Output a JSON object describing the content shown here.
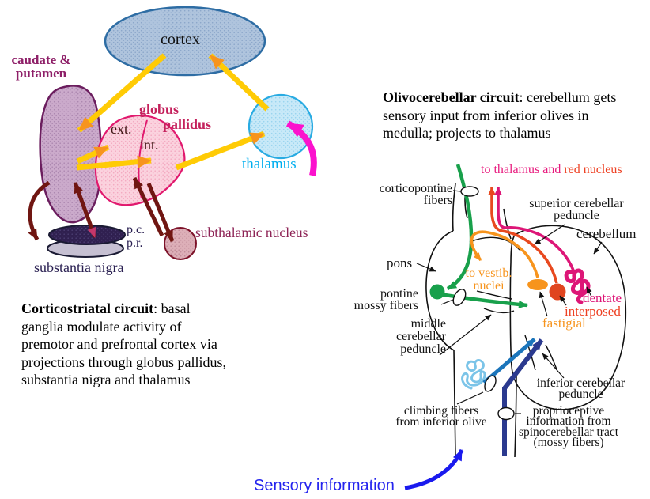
{
  "left": {
    "nodes": {
      "cortex": "cortex",
      "caudate_l1": "caudate &",
      "caudate_l2": "putamen",
      "globus_l1": "globus",
      "globus_l2": "pallidus",
      "ext": "ext.",
      "int": "int.",
      "thalamus": "thalamus",
      "subthalamic": "subthalamic nucleus",
      "pc": "p.c.",
      "pr": "p.r.",
      "substantia": "substantia nigra"
    },
    "caption": {
      "line1_bold": "Corticostriatal circuit",
      "line1_rest": ": basal",
      "line2": "ganglia modulate activity of",
      "line3": "premotor and prefrontal cortex via",
      "line4": "projections through globus pallidus,",
      "line5": "substantia nigra and thalamus"
    }
  },
  "right": {
    "caption": {
      "line1_bold": "Olivocerebellar circuit",
      "line1_rest": ": cerebellum gets",
      "line2": "sensory input from inferior olives in",
      "line3": "medulla; projects to thalamus"
    },
    "labels": {
      "corticopontine_l1": "corticopontine",
      "corticopontine_l2": "fibers",
      "to_thalamus_pink": "to thalamus and",
      "to_thalamus_red": " red nucleus",
      "scp_l1": "superior cerebellar",
      "scp_l2": "peduncle",
      "cerebellum": "cerebellum",
      "pons": "pons",
      "vestib_l1": "to vestib.",
      "vestib_l2": "nuclei",
      "pontine_l1": "pontine",
      "pontine_l2": "mossy fibers",
      "mcp_l1": "middle",
      "mcp_l2": "cerebellar",
      "mcp_l3": "peduncle",
      "dentate": "dentate",
      "interposed": "interposed",
      "fastigial": "fastigial",
      "icp_l1": "inferior cerebellar",
      "icp_l2": "peduncle",
      "climbing_l1": "climbing fibers",
      "climbing_l2": "from inferior olive",
      "proprio_l1": "proprioceptive",
      "proprio_l2": "information from",
      "proprio_l3": "spinocerebellar tract",
      "proprio_l4": "(mossy fibers)",
      "sensory": "Sensory information"
    }
  },
  "colors": {
    "yellow_arrow": "#ffcb05",
    "orange_arrowhead": "#f7941d",
    "magenta_arrow": "#fb12cd",
    "maroon_arrow": "#701612",
    "pink_arrowhead": "#c5376b",
    "cortex_fill": "#afc4dd",
    "cortex_stroke": "#2e6da4",
    "caudate_fill": "#cbaacb",
    "caudate_stroke": "#6b1d5e",
    "globus_fill": "#fbd2de",
    "globus_stroke": "#e1196e",
    "thalamus_fill": "#c8e9f8",
    "thalamus_stroke": "#29abe2",
    "thalamus_label": "#00aeef",
    "stn_fill": "#ddafb8",
    "stn_stroke": "#7c1128",
    "snc_fill": "#302050",
    "snr_fill": "#c6c0d2",
    "green": "#18a04b",
    "orange": "#f7941d",
    "vermilion": "#e8491f",
    "dentate_magenta": "#dd1677",
    "olive_lightblue": "#7bc4e8",
    "climbing_blue": "#1b75bb",
    "spino_navy": "#2b3a8f",
    "sensory_blue": "#2424ee"
  }
}
